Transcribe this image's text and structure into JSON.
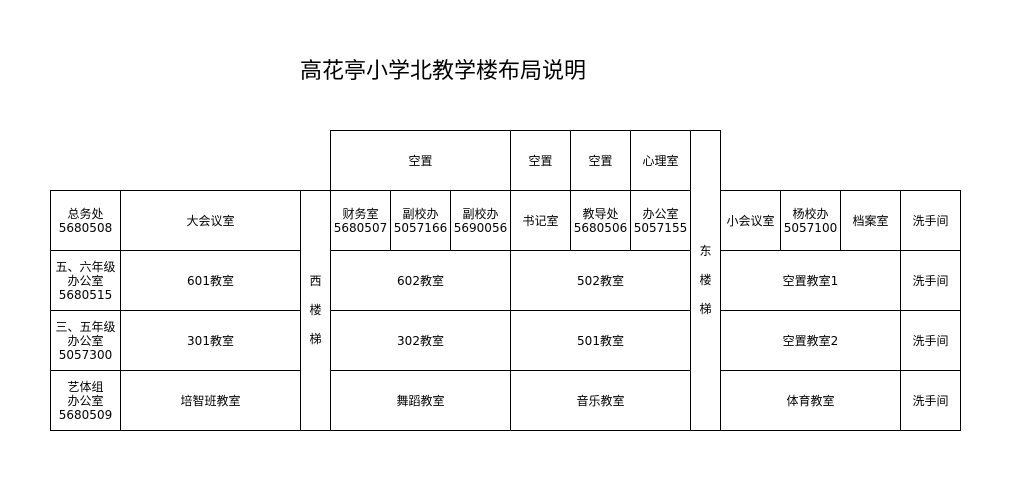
{
  "title": "高花亭小学北教学楼布局说明",
  "top_row": {
    "vacant_a": "空置",
    "vacant_b": "空置",
    "vacant_c": "空置",
    "psych_room": "心理室"
  },
  "west_block": {
    "general_affairs": "总务处\n5680508",
    "grade56_office": "五、六年级\n办公室\n5680515",
    "grade35_office": "三、五年级\n办公室\n5057300",
    "arts_office": "艺体组\n办公室\n5680509",
    "main_hall": "大会议室",
    "room_601": "601教室",
    "room_301": "301教室",
    "training_room": "培智班教室"
  },
  "west_stairs": "西\n楼\n梯",
  "center_block": {
    "finance": "财务室\n5680507",
    "vp_office_1": "副校办\n5057166",
    "vp_office_2": "副校办\n5690056",
    "secretary": "书记室",
    "academic": "教导处\n5680506",
    "office": "办公室\n5057155",
    "room_602": "602教室",
    "room_502": "502教室",
    "room_302": "302教室",
    "room_501": "501教室",
    "dance": "舞蹈教室",
    "music": "音乐教室"
  },
  "east_stairs": "东\n楼\n梯",
  "east_block": {
    "small_meeting": "小会议室",
    "yang_office": "杨校办\n5057100",
    "archive": "档案室",
    "vacant_room_1": "空置教室1",
    "vacant_room_2": "空置教室2",
    "pe_room": "体育教室",
    "washroom_1": "洗手间",
    "washroom_2": "洗手间",
    "washroom_3": "洗手间",
    "washroom_4": "洗手间"
  }
}
